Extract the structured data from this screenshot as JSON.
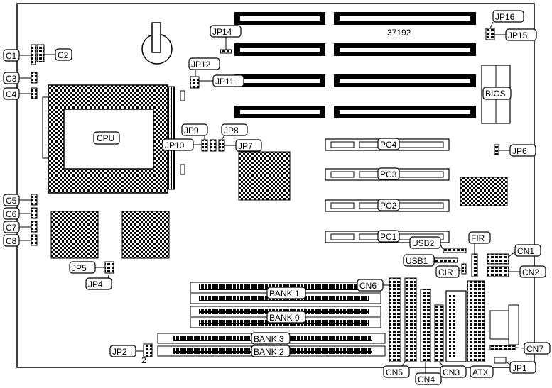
{
  "board_id": "37192",
  "labels": {
    "c1": "C1",
    "c2": "C2",
    "c3": "C3",
    "c4": "C4",
    "c5": "C5",
    "c6": "C6",
    "c7": "C7",
    "c8": "C8",
    "cpu": "CPU",
    "bios": "BIOS",
    "jp1": "JP1",
    "jp2": "JP2",
    "jp4": "JP4",
    "jp5": "JP5",
    "jp6": "JP6",
    "jp7": "JP7",
    "jp8": "JP8",
    "jp9": "JP9",
    "jp10": "JP10",
    "jp11": "JP11",
    "jp12": "JP12",
    "jp14": "JP14",
    "jp15": "JP15",
    "jp16": "JP16",
    "pc1": "PC1",
    "pc2": "PC2",
    "pc3": "PC3",
    "pc4": "PC4",
    "usb1": "USB1",
    "usb2": "USB2",
    "fir": "FIR",
    "cir": "CIR",
    "cn1": "CN1",
    "cn2": "CN2",
    "cn3": "CN3",
    "cn4": "CN4",
    "cn5": "CN5",
    "cn6": "CN6",
    "cn7": "CN7",
    "atx": "ATX",
    "bank0": "BANK 0",
    "bank1": "BANK 1",
    "bank2": "BANK 2",
    "bank3": "BANK 3",
    "jp2_pin": "2"
  }
}
